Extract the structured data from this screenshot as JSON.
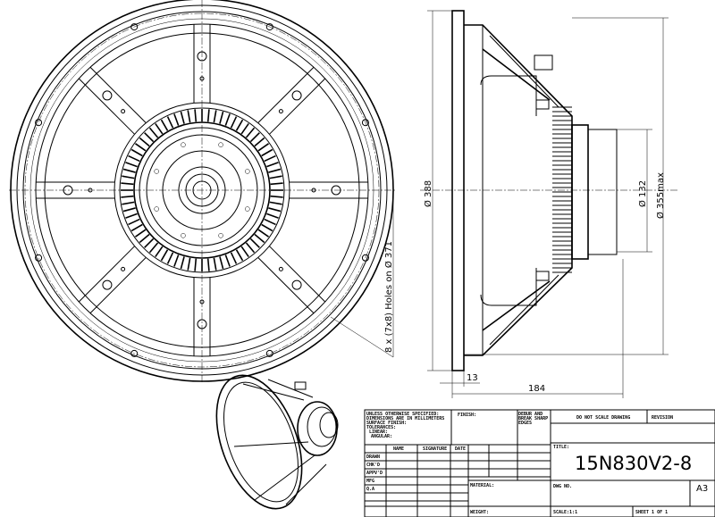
{
  "drawing": {
    "front_view": {
      "holes_note": "8 x (7x8) Holes on Ø 371"
    },
    "side_view": {
      "dim_outer": "Ø 388",
      "dim_magnet": "Ø 132",
      "dim_max": "Ø 355max",
      "dim_flange": "13",
      "dim_depth": "184"
    }
  },
  "title_block": {
    "general_note": [
      "UNLESS OTHERWISE SPECIFIED:",
      "DIMENSIONS ARE IN MILLIMETERS",
      "SURFACE FINISH:",
      "TOLERANCES:",
      "LINEAR:",
      "ANGULAR:"
    ],
    "finish_label": "FINISH:",
    "deburr_note": [
      "DEBUR AND",
      "BREAK SHARP",
      "EDGES"
    ],
    "do_not_scale": "DO NOT SCALE DRAWING",
    "revision_label": "REVISION",
    "col_name": "NAME",
    "col_signature": "SIGNATURE",
    "col_date": "DATE",
    "rows": [
      "DRAWN",
      "CHK'D",
      "APPV'D",
      "MFG",
      "Q.A"
    ],
    "title_label": "TITLE:",
    "title": "15N830V2-8",
    "material_label": "MATERIAL:",
    "weight_label": "WEIGHT:",
    "dwg_no_label": "DWG NO.",
    "sheet_size": "A3",
    "scale_label": "SCALE:1:1",
    "sheet_label": "SHEET 1 OF 1"
  }
}
